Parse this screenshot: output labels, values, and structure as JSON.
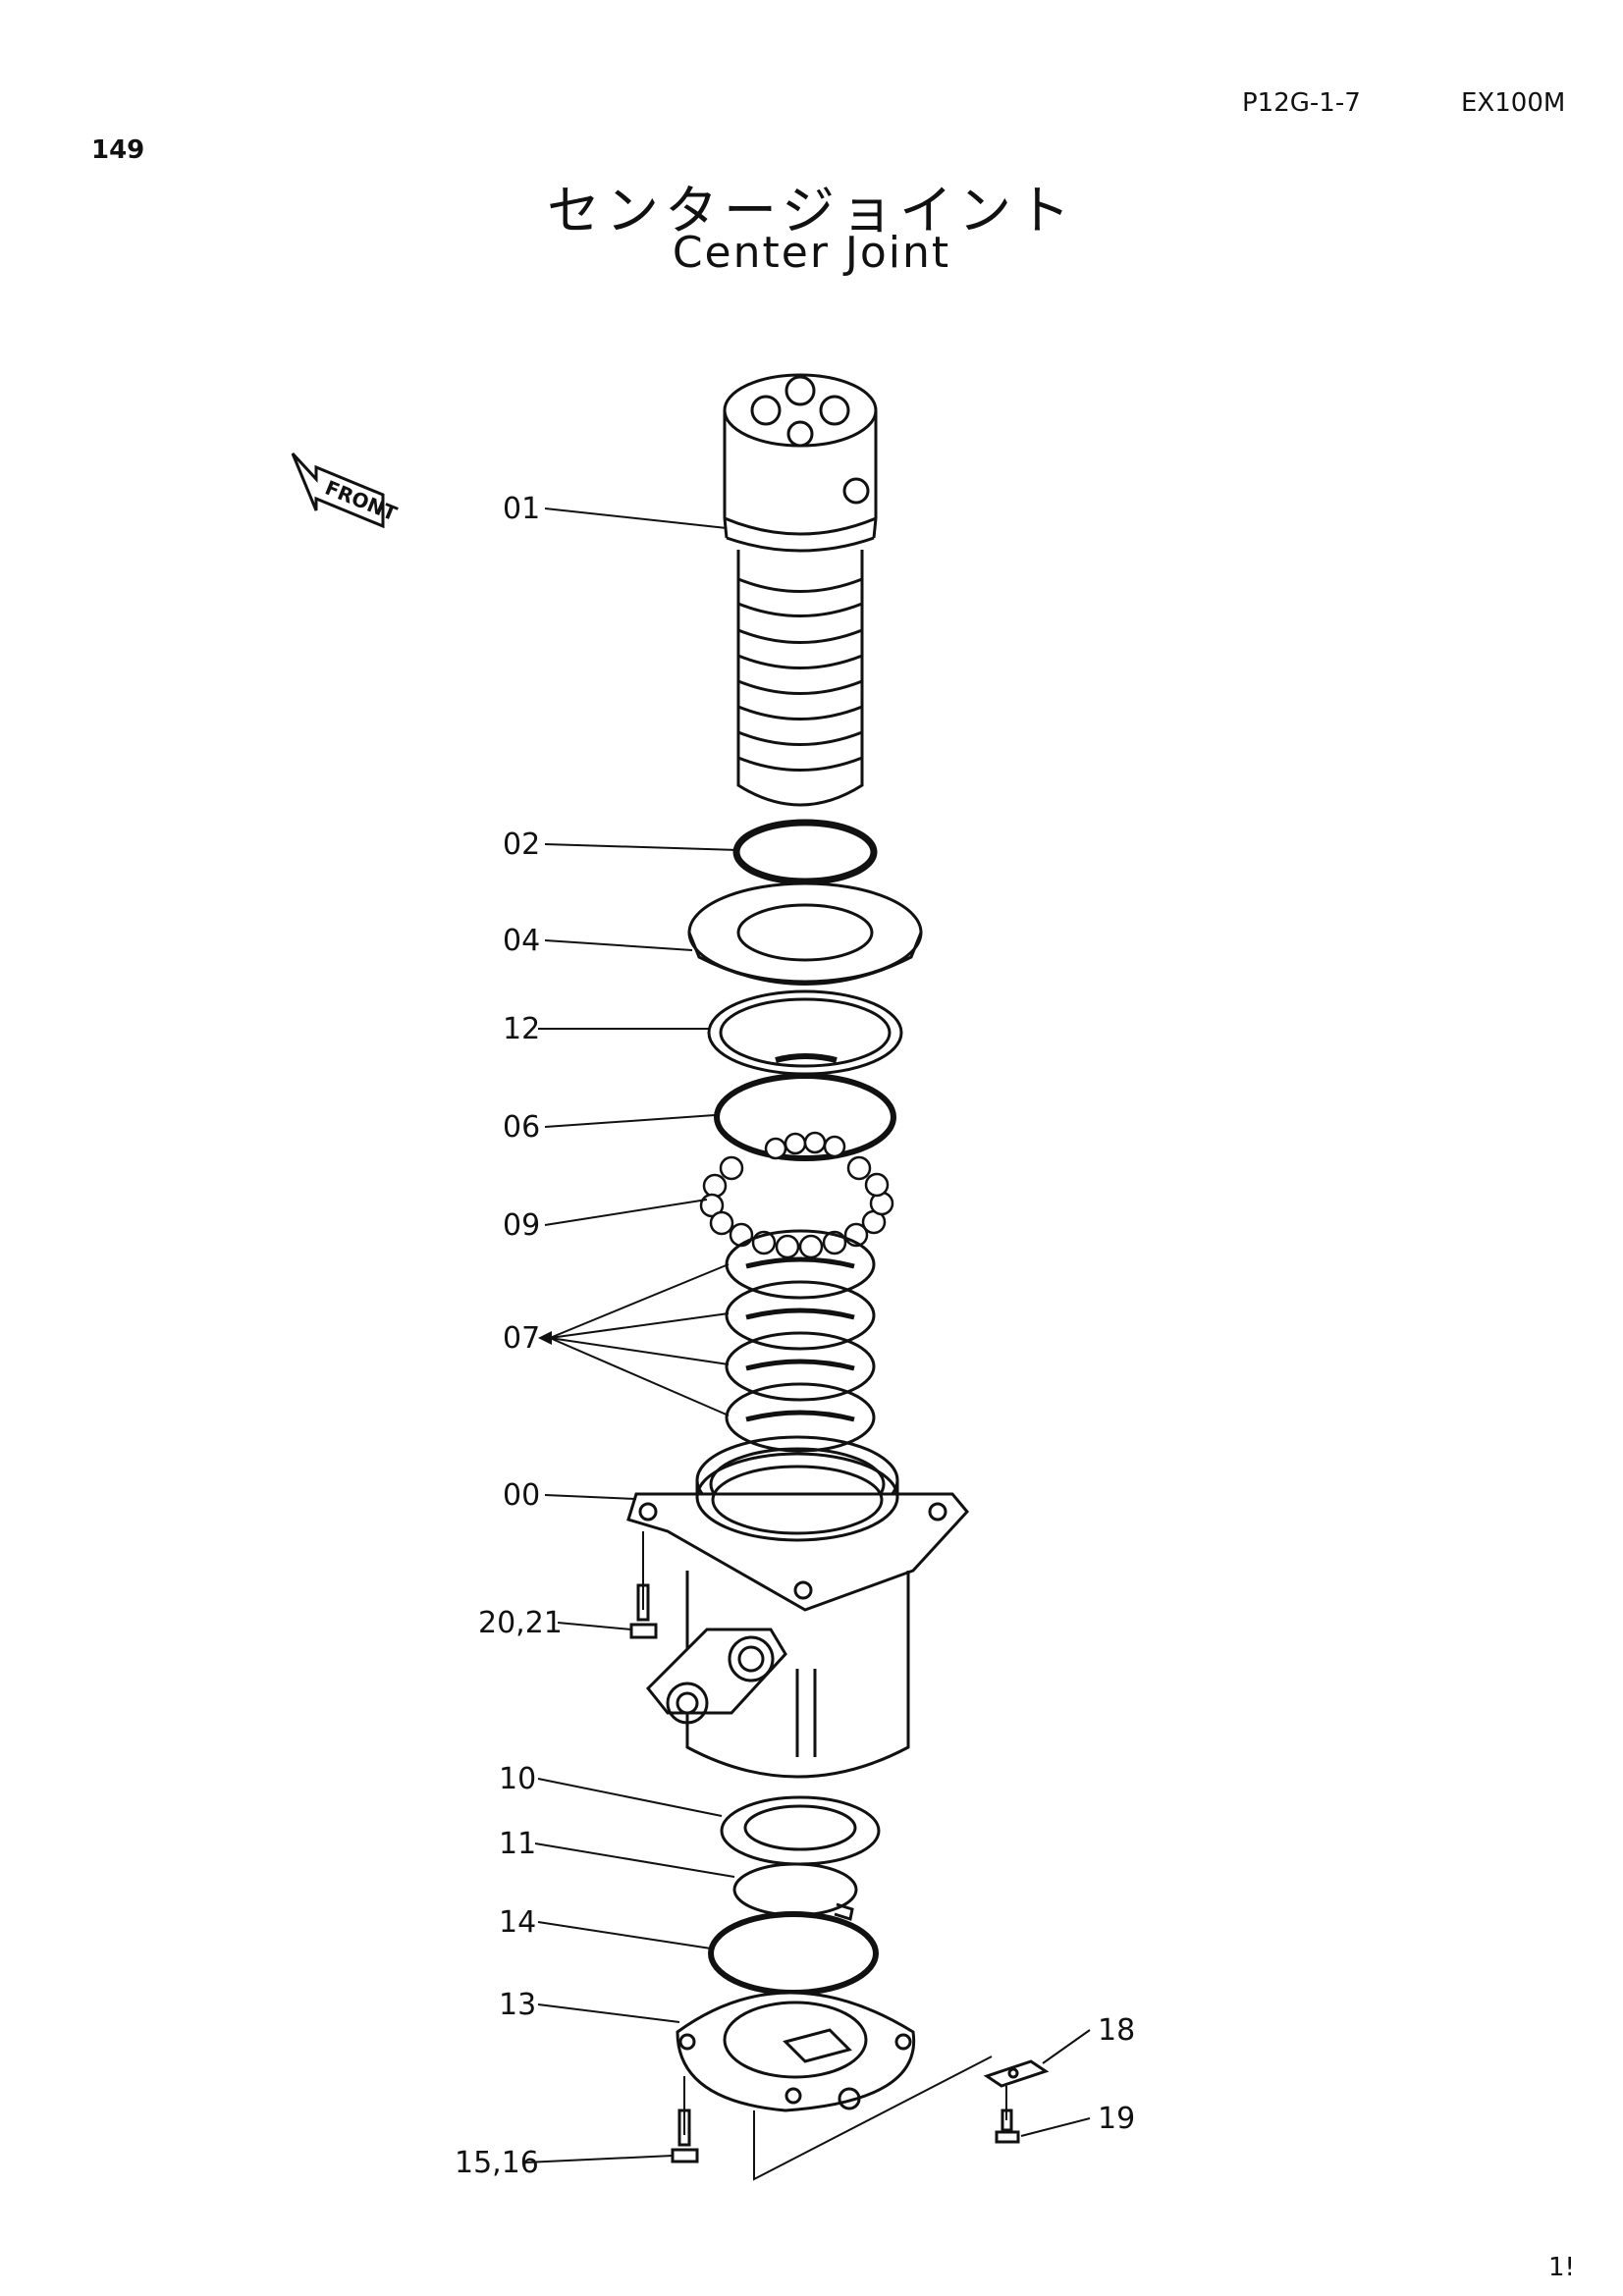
{
  "header": {
    "page_number": "149",
    "sheet_code": "P12G-1-7",
    "model": "EX100M"
  },
  "title": {
    "japanese": "センタージョイント",
    "english": "Center Joint"
  },
  "front_indicator": "FRONT",
  "callouts": {
    "c01": "01",
    "c02": "02",
    "c04": "04",
    "c12": "12",
    "c06": "06",
    "c09": "09",
    "c07": "07",
    "c00": "00",
    "c2021": "20,21",
    "c10": "10",
    "c11": "11",
    "c14": "14",
    "c13": "13",
    "c18": "18",
    "c19": "19",
    "c1516": "15,16"
  },
  "footer": {
    "corner_text": "1!"
  },
  "colors": {
    "ink": "#111111",
    "paper": "#ffffff"
  }
}
